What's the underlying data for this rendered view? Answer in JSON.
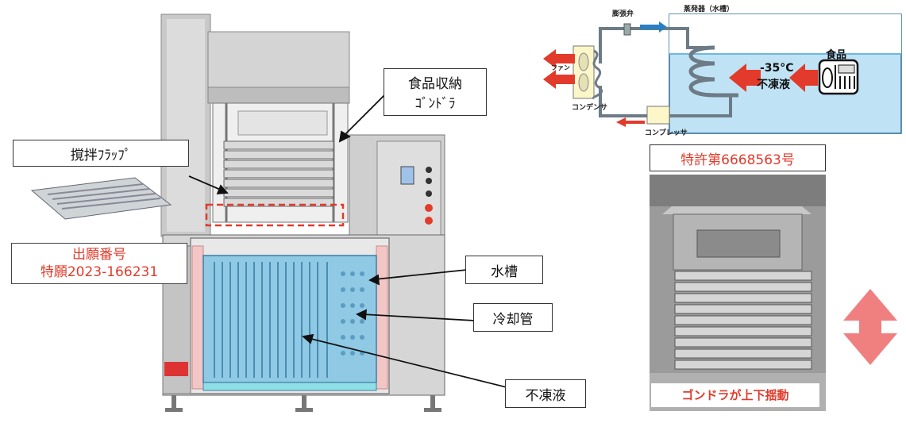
{
  "labels": {
    "gondola": [
      "食品収納",
      "ｺﾞﾝﾄﾞﾗ"
    ],
    "stir_flap": "撹拌ﾌﾗｯﾌﾟ",
    "application_no": [
      "出願番号",
      "特願2023-166231"
    ],
    "water_tank": "水槽",
    "cooling_pipe": "冷却管",
    "antifreeze": "不凍液",
    "patent_no": "特許第6668563号",
    "gondola_motion": "ゴンドラが上下揺動"
  },
  "diagram": {
    "expansion_valve": "膨張弁",
    "evaporator": "蒸発器（水槽）",
    "fan": "ファン",
    "condenser": "コンデンサ",
    "compressor": "コンプレッサ",
    "temp_line1": "-35°C",
    "temp_line2": "不凍液",
    "food": "食品"
  },
  "colors": {
    "accent_red": "#e23b2b",
    "water_blue": "#8fc9e4",
    "arrow_pink": "#f08080",
    "frame_gray": "#b8b8b8"
  }
}
